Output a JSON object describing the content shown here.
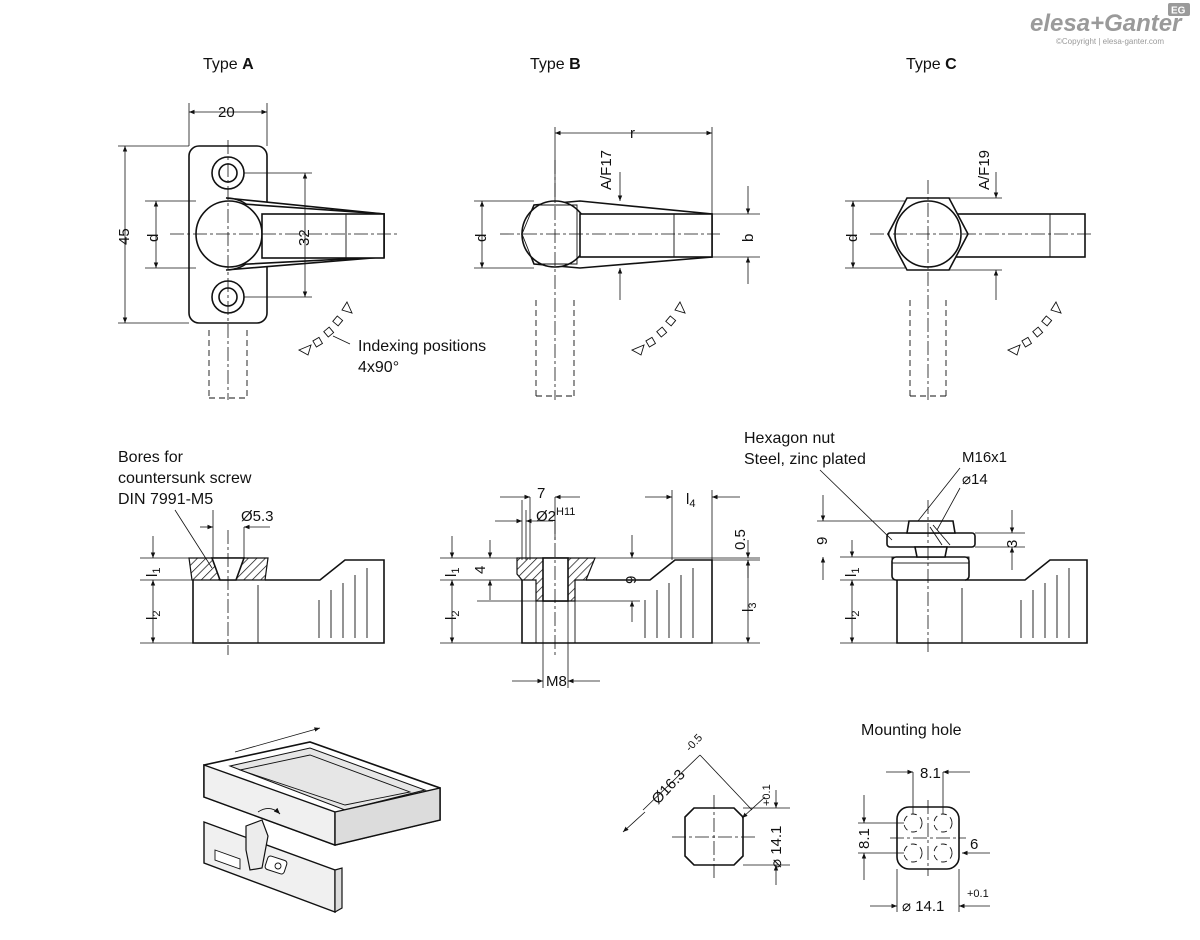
{
  "brand": {
    "logo_text": "elesa+Ganter",
    "badge": "EG",
    "copyright": "©Copyright | elesa-ganter.com"
  },
  "types": {
    "prefix": "Type",
    "a": "A",
    "b": "B",
    "c": "C"
  },
  "dims": {
    "top_a_width": "20",
    "top_a_height": "45",
    "top_a_pitch": "32",
    "d": "d",
    "r": "r",
    "af17": "A/F17",
    "af19": "A/F19",
    "b": "b",
    "l1": "l",
    "l1_sub": "1",
    "l2": "l",
    "l2_sub": "2",
    "l3": "l",
    "l3_sub": "3",
    "l4": "l",
    "l4_sub": "4",
    "d53": "Ø5.3",
    "seven": "7",
    "d2": "Ø2",
    "h11": "H11",
    "zero5": "0.5",
    "four": "4",
    "nine": "9",
    "m8": "M8",
    "m16": "M16x1",
    "d14": "⌀14",
    "three": "3",
    "d163": "Ø16.3",
    "minus05": "-0.5",
    "plus01": "+0.1",
    "d141": "⌀ 14.1",
    "eight1": "8.1",
    "six": "6"
  },
  "notes": {
    "indexing_line1": "Indexing positions",
    "indexing_line2": "4x90°",
    "bores_line1": "Bores for",
    "bores_line2": "countersunk screw",
    "bores_line3": "DIN 7991-M5",
    "hex_line1": "Hexagon nut",
    "hex_line2": "Steel, zinc plated",
    "mounting_hole": "Mounting hole"
  }
}
